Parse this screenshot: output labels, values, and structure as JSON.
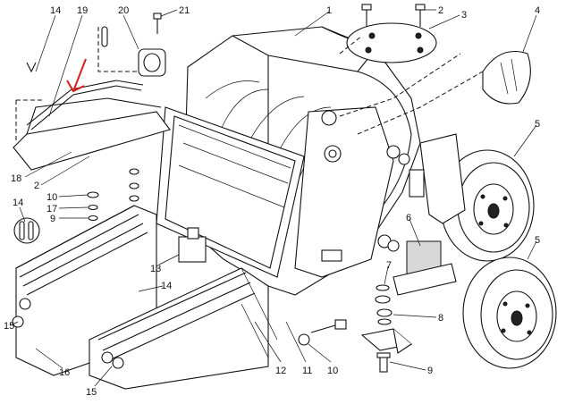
{
  "labels": {
    "p1": "1",
    "p2a": "2",
    "p3": "3",
    "p4": "4",
    "p5a": "5",
    "p5b": "5",
    "p6": "6",
    "p7": "7",
    "p8": "8",
    "p9a": "9",
    "p9b": "9",
    "p10a": "10",
    "p10b": "10",
    "p11": "11",
    "p12": "12",
    "p13": "13",
    "p14a": "14",
    "p14b": "14",
    "p14c": "14",
    "p15a": "15",
    "p15b": "15",
    "p16": "16",
    "p17": "17",
    "p18": "18",
    "p2b": "2",
    "p19": "19",
    "p20": "20",
    "p21": "21"
  },
  "colors": {
    "line": "#111111",
    "annotation_arrow": "#d62020"
  },
  "annotation": {
    "icon": "red-arrow-icon"
  }
}
